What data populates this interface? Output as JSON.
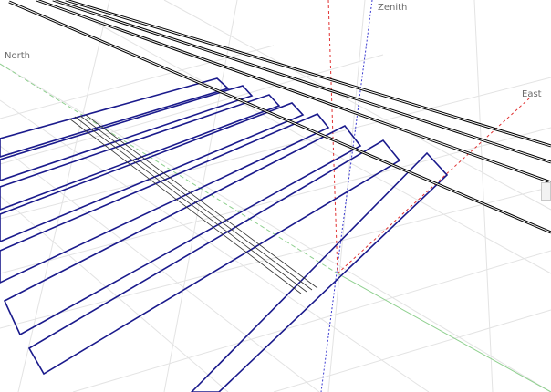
{
  "viewport": {
    "axis_labels": {
      "north": "North",
      "zenith": "Zenith",
      "east": "East"
    },
    "colors": {
      "background": "#ffffff",
      "grid": "#e0e0e0",
      "north_axis": "#8fd08f",
      "zenith_axis": "#3a3ad0",
      "east_axis": "#e03030",
      "rail_lines": "#000000",
      "tray_outlines": "#1a1a8c"
    }
  }
}
